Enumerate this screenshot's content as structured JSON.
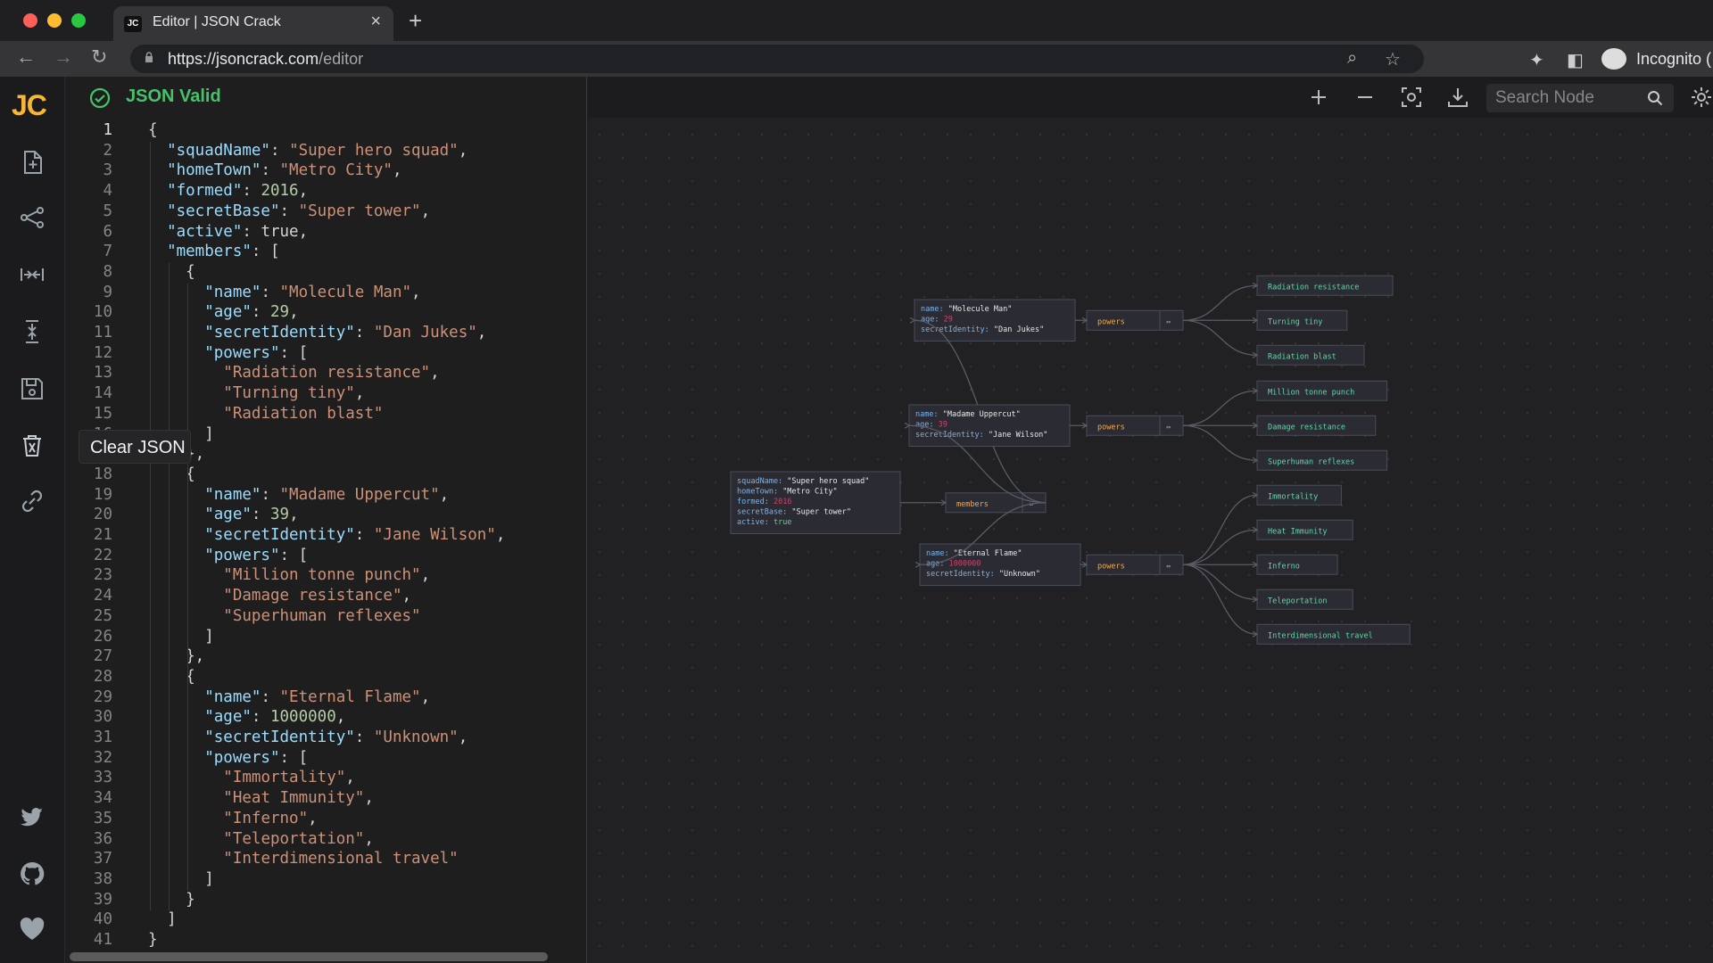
{
  "browser": {
    "tab_title": "Editor | JSON Crack",
    "tab_favicon": "JC",
    "url_host": "https://jsoncrack.com",
    "url_path": "/editor",
    "profile_label": "Incognito ("
  },
  "app": {
    "logo": "JC",
    "status": "JSON Valid",
    "tooltip": "Clear JSON",
    "search_placeholder": "Search Node",
    "accent": "#f7b733",
    "valid_color": "#47c26a"
  },
  "editor": {
    "active_line": 1,
    "lines": [
      "{",
      "  \"squadName\": \"Super hero squad\",",
      "  \"homeTown\": \"Metro City\",",
      "  \"formed\": 2016,",
      "  \"secretBase\": \"Super tower\",",
      "  \"active\": true,",
      "  \"members\": [",
      "    {",
      "      \"name\": \"Molecule Man\",",
      "      \"age\": 29,",
      "      \"secretIdentity\": \"Dan Jukes\",",
      "      \"powers\": [",
      "        \"Radiation resistance\",",
      "        \"Turning tiny\",",
      "        \"Radiation blast\"",
      "      ]",
      "    },",
      "    {",
      "      \"name\": \"Madame Uppercut\",",
      "      \"age\": 39,",
      "      \"secretIdentity\": \"Jane Wilson\",",
      "      \"powers\": [",
      "        \"Million tonne punch\",",
      "        \"Damage resistance\",",
      "        \"Superhuman reflexes\"",
      "      ]",
      "    },",
      "    {",
      "      \"name\": \"Eternal Flame\",",
      "      \"age\": 1000000,",
      "      \"secretIdentity\": \"Unknown\",",
      "      \"powers\": [",
      "        \"Immortality\",",
      "        \"Heat Immunity\",",
      "        \"Inferno\",",
      "        \"Teleportation\",",
      "        \"Interdimensional travel\"",
      "      ]",
      "    }",
      "  ]",
      "}"
    ]
  },
  "graph": {
    "root": [
      {
        "key": "squadName",
        "value": "\"Super hero squad\"",
        "kind": "string"
      },
      {
        "key": "homeTown",
        "value": "\"Metro City\"",
        "kind": "string"
      },
      {
        "key": "formed",
        "value": "2016",
        "kind": "number"
      },
      {
        "key": "secretBase",
        "value": "\"Super tower\"",
        "kind": "string"
      },
      {
        "key": "active",
        "value": "true",
        "kind": "bool"
      }
    ],
    "members_label": "members",
    "members": [
      {
        "rows": [
          {
            "key": "name",
            "value": "\"Molecule Man\"",
            "kind": "string"
          },
          {
            "key": "age",
            "value": "29",
            "kind": "number"
          },
          {
            "key": "secretIdentity",
            "value": "\"Dan Jukes\"",
            "kind": "string"
          }
        ],
        "powers_label": "powers",
        "powers": [
          "Radiation resistance",
          "Turning tiny",
          "Radiation blast"
        ]
      },
      {
        "rows": [
          {
            "key": "name",
            "value": "\"Madame Uppercut\"",
            "kind": "string"
          },
          {
            "key": "age",
            "value": "39",
            "kind": "number"
          },
          {
            "key": "secretIdentity",
            "value": "\"Jane Wilson\"",
            "kind": "string"
          }
        ],
        "powers_label": "powers",
        "powers": [
          "Million tonne punch",
          "Damage resistance",
          "Superhuman reflexes"
        ]
      },
      {
        "rows": [
          {
            "key": "name",
            "value": "\"Eternal Flame\"",
            "kind": "string"
          },
          {
            "key": "age",
            "value": "1000000",
            "kind": "number"
          },
          {
            "key": "secretIdentity",
            "value": "\"Unknown\"",
            "kind": "string"
          }
        ],
        "powers_label": "powers",
        "powers": [
          "Immortality",
          "Heat Immunity",
          "Inferno",
          "Teleportation",
          "Interdimensional travel"
        ]
      }
    ]
  }
}
